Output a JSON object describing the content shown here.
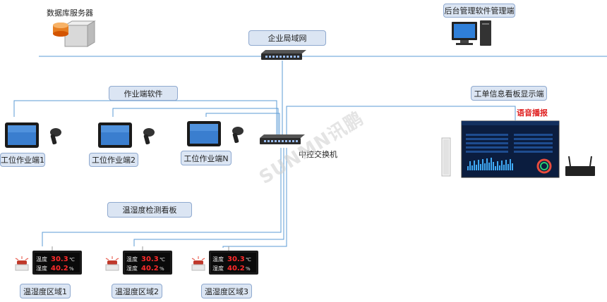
{
  "labels": {
    "db_server": "数据库服务器",
    "backend_terminal": "后台管理软件管理端",
    "lan": "企业局域网",
    "workstation_software": "作业端软件",
    "info_board": "工单信息看板显示端",
    "voice": "语音播报",
    "core_switch": "中控交换机",
    "station_1": "工位作业端1",
    "station_2": "工位作业端2",
    "station_n": "工位作业端N",
    "th_board": "温湿度检测看板",
    "zone_1": "温湿度区域1",
    "zone_2": "温湿度区域2",
    "zone_3": "温湿度区域3"
  },
  "watermark": "SUNMN讯鹏",
  "th_readings": {
    "temp": "30.3",
    "temp_unit": "℃",
    "humid": "40.2",
    "humid_unit": "%",
    "row_label_1": "温度",
    "row_label_2": "湿度"
  },
  "colors": {
    "line": "#5b9bd5",
    "label_fill": "#dbe5f3",
    "label_border": "#8fa9cf",
    "voice_red": "#e02020",
    "led_red": "#ff2a2a"
  },
  "icons": [
    "server-icon",
    "desktop-computer-icon",
    "network-switch-icon",
    "tablet-terminal-icon",
    "barcode-scanner-icon",
    "display-board-icon",
    "speaker-icon",
    "router-icon",
    "alarm-light-icon",
    "led-panel-icon"
  ]
}
